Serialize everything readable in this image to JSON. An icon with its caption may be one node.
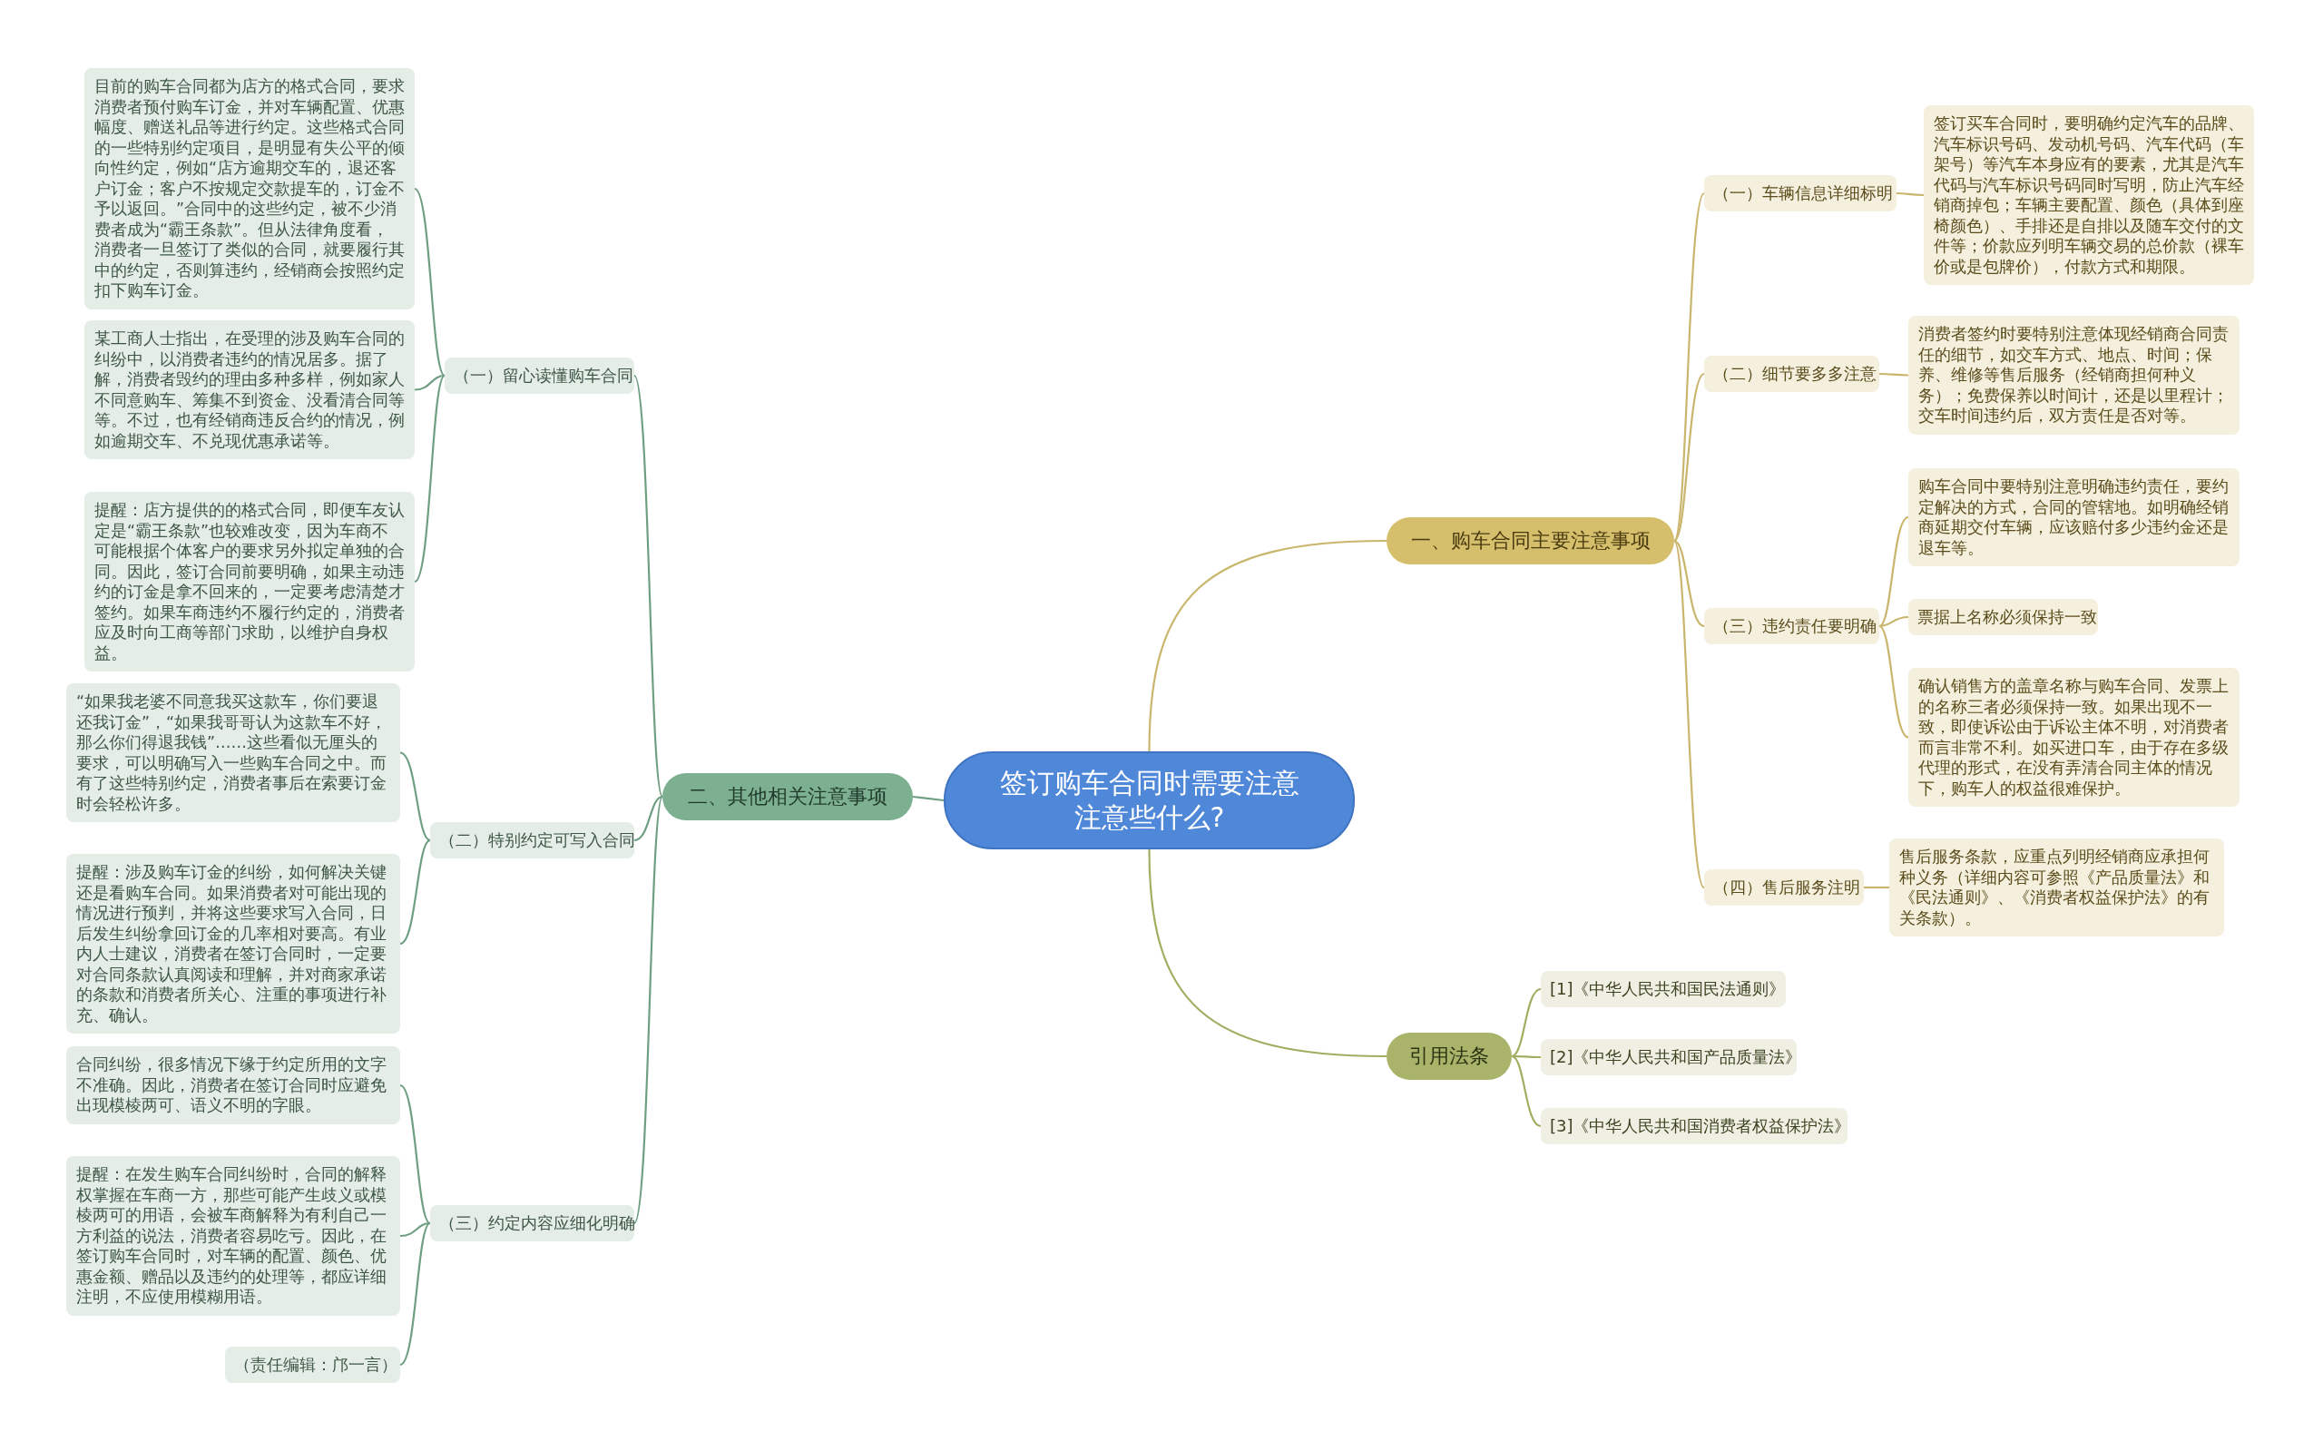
{
  "diagram": {
    "nodes": [
      {
        "text": [
          "签订购车合同时需要注意注意些什么?"
        ]
      },
      {
        "text": [
          "一、购车合同主要注意事项"
        ]
      },
      {
        "text": [
          "（一）车辆信息详细标明"
        ]
      },
      {
        "text": [
          "签订买车合同时，要明确约定汽车的品牌、汽车标识号码、发动机号码、汽车代码（车架号）等汽车本身应有的要素，尤其是汽车代码与汽车标识号码同时写明，防止汽车经销商掉包；车辆主要配置、颜色（具体到座椅颜色）、手排还是自排以及随车交付的文件等；价款应列明车辆交易的总价款（裸车价或是包牌价），付款方式和期限。"
        ]
      },
      {
        "text": [
          "（二）细节要多多注意"
        ]
      },
      {
        "text": [
          "消费者签约时要特别注意体现经销商合同责任的细节，如交车方式、地点、时间；保养、维修等售后服务（经销商担何种义务）；免费保养以时间计，还是以里程计；交车时间违约后，双方责任是否对等。"
        ]
      },
      {
        "text": [
          "（三）违约责任要明确"
        ]
      },
      {
        "text": [
          "购车合同中要特别注意明确违约责任，要约定解决的方式，合同的管辖地。如明确经销商延期交付车辆，应该赔付多少违约金还是退车等。"
        ]
      },
      {
        "text": [
          "票据上名称必须保持一致"
        ]
      },
      {
        "text": [
          "确认销售方的盖章名称与购车合同、发票上的名称三者必须保持一致。如果出现不一致，即使诉讼由于诉讼主体不明，对消费者而言非常不利。如买进口车，由于存在多级代理的形式，在没有弄清合同主体的情况下，购车人的权益很难保护。"
        ]
      },
      {
        "text": [
          "（四）售后服务注明"
        ]
      },
      {
        "text": [
          "售后服务条款，应重点列明经销商应承担何种义务（详细内容可参照《产品质量法》和《民法通则》、《消费者权益保护法》的有关条款）。"
        ]
      },
      {
        "text": [
          "引用法条"
        ]
      },
      {
        "text": [
          "[1]《中华人民共和国民法通则》"
        ]
      },
      {
        "text": [
          "[2]《中华人民共和国产品质量法》"
        ]
      },
      {
        "text": [
          "[3]《中华人民共和国消费者权益保护法》"
        ]
      },
      {
        "text": [
          "二、其他相关注意事项"
        ]
      },
      {
        "text": [
          "（一）留心读懂购车合同"
        ]
      },
      {
        "text": [
          "目前的购车合同都为店方的格式合同，要求消费者预付购车订金，并对车辆配置、优惠幅度、赠送礼品等进行约定。这些格式合同的一些特别约定项目，是明显有失公平的倾向性约定，例如“店方逾期交车的，退还客户订金；客户不按规定交款提车的，订金不予以返回。”合同中的这些约定，被不少消费者成为“霸王条款”。但从法律角度看，消费者一旦签订了类似的合同，就要履行其中的约定，否则算违约，经销商会按照约定扣下购车订金。"
        ]
      },
      {
        "text": [
          "某工商人士指出，在受理的涉及购车合同的纠纷中，以消费者违约的情况居多。据了解，消费者毁约的理由多种多样，例如家人不同意购车、筹集不到资金、没看清合同等等。不过，也有经销商违反合约的情况，例如逾期交车、不兑现优惠承诺等。"
        ]
      },
      {
        "text": [
          "提醒：店方提供的的格式合同，即便车友认定是“霸王条款”也较难改变，因为车商不可能根据个体客户的要求另外拟定单独的合同。因此，签订合同前要明确，如果主动违约的订金是拿不回来的，一定要考虑清楚才签约。如果车商违约不履行约定的，消费者应及时向工商等部门求助，以维护自身权益。"
        ]
      },
      {
        "text": [
          "（二）特别约定可写入合同"
        ]
      },
      {
        "text": [
          "“如果我老婆不同意我买这款车，你们要退还我订金”，“如果我哥哥认为这款车不好，那么你们得退我钱”……这些看似无厘头的要求，可以明确写入一些购车合同之中。而有了这些特别约定，消费者事后在索要订金时会轻松许多。"
        ]
      },
      {
        "text": [
          "提醒：涉及购车订金的纠纷，如何解决关键还是看购车合同。如果消费者对可能出现的情况进行预判，并将这些要求写入合同，日后发生纠纷拿回订金的几率相对要高。有业内人士建议，消费者在签订合同时，一定要对合同条款认真阅读和理解，并对商家承诺的条款和消费者所关心、注重的事项进行补充、确认。"
        ]
      },
      {
        "text": [
          "（三）约定内容应细化明确"
        ]
      },
      {
        "text": [
          "合同纠纷，很多情况下缘于约定所用的文字不准确。因此，消费者在签订合同时应避免出现模棱两可、语义不明的字眼。"
        ]
      },
      {
        "text": [
          "提醒：在发生购车合同纠纷时，合同的解释权掌握在车商一方，那些可能产生歧义或模棱两可的用语，会被车商解释为有利自己一方利益的说法，消费者容易吃亏。因此，在签订购车合同时，对车辆的配置、颜色、优惠金额、赠品以及违约的处理等，都应详细注明，不应使用模糊用语。"
        ]
      },
      {
        "text": [
          "（责任编辑：邝一言）"
        ]
      }
    ],
    "edges": [
      {
        "from": 0,
        "to": 1,
        "arrow": "none",
        "color": "#c9b56c"
      },
      {
        "from": 1,
        "to": 2,
        "arrow": "none",
        "color": "#c9b56c"
      },
      {
        "from": 2,
        "to": 3,
        "arrow": "none",
        "color": "#c9b56c"
      },
      {
        "from": 1,
        "to": 4,
        "arrow": "none",
        "color": "#c9b56c"
      },
      {
        "from": 4,
        "to": 5,
        "arrow": "none",
        "color": "#c9b56c"
      },
      {
        "from": 1,
        "to": 6,
        "arrow": "none",
        "color": "#c9b56c"
      },
      {
        "from": 6,
        "to": 7,
        "arrow": "none",
        "color": "#c9b56c"
      },
      {
        "from": 6,
        "to": 8,
        "arrow": "none",
        "color": "#c9b56c"
      },
      {
        "from": 6,
        "to": 9,
        "arrow": "none",
        "color": "#c9b56c"
      },
      {
        "from": 1,
        "to": 10,
        "arrow": "none",
        "color": "#c9b56c"
      },
      {
        "from": 10,
        "to": 11,
        "arrow": "none",
        "color": "#c9b56c"
      },
      {
        "from": 0,
        "to": 12,
        "arrow": "none",
        "color": "#a2ad62"
      },
      {
        "from": 12,
        "to": 13,
        "arrow": "none",
        "color": "#a2ad62"
      },
      {
        "from": 12,
        "to": 14,
        "arrow": "none",
        "color": "#a2ad62"
      },
      {
        "from": 12,
        "to": 15,
        "arrow": "none",
        "color": "#a2ad62"
      },
      {
        "from": 0,
        "to": 16,
        "arrow": "none"
      },
      {
        "from": 16,
        "to": 17,
        "arrow": "none"
      },
      {
        "from": 17,
        "to": 18,
        "arrow": "none"
      },
      {
        "from": 17,
        "to": 19,
        "arrow": "none"
      },
      {
        "from": 17,
        "to": 20,
        "arrow": "none"
      },
      {
        "from": 16,
        "to": 21,
        "arrow": "none"
      },
      {
        "from": 21,
        "to": 22,
        "arrow": "none"
      },
      {
        "from": 21,
        "to": 23,
        "arrow": "none"
      },
      {
        "from": 16,
        "to": 24,
        "arrow": "none"
      },
      {
        "from": 24,
        "to": 25,
        "arrow": "none"
      },
      {
        "from": 24,
        "to": 26,
        "arrow": "none"
      },
      {
        "from": 24,
        "to": 27,
        "arrow": "none"
      }
    ]
  }
}
